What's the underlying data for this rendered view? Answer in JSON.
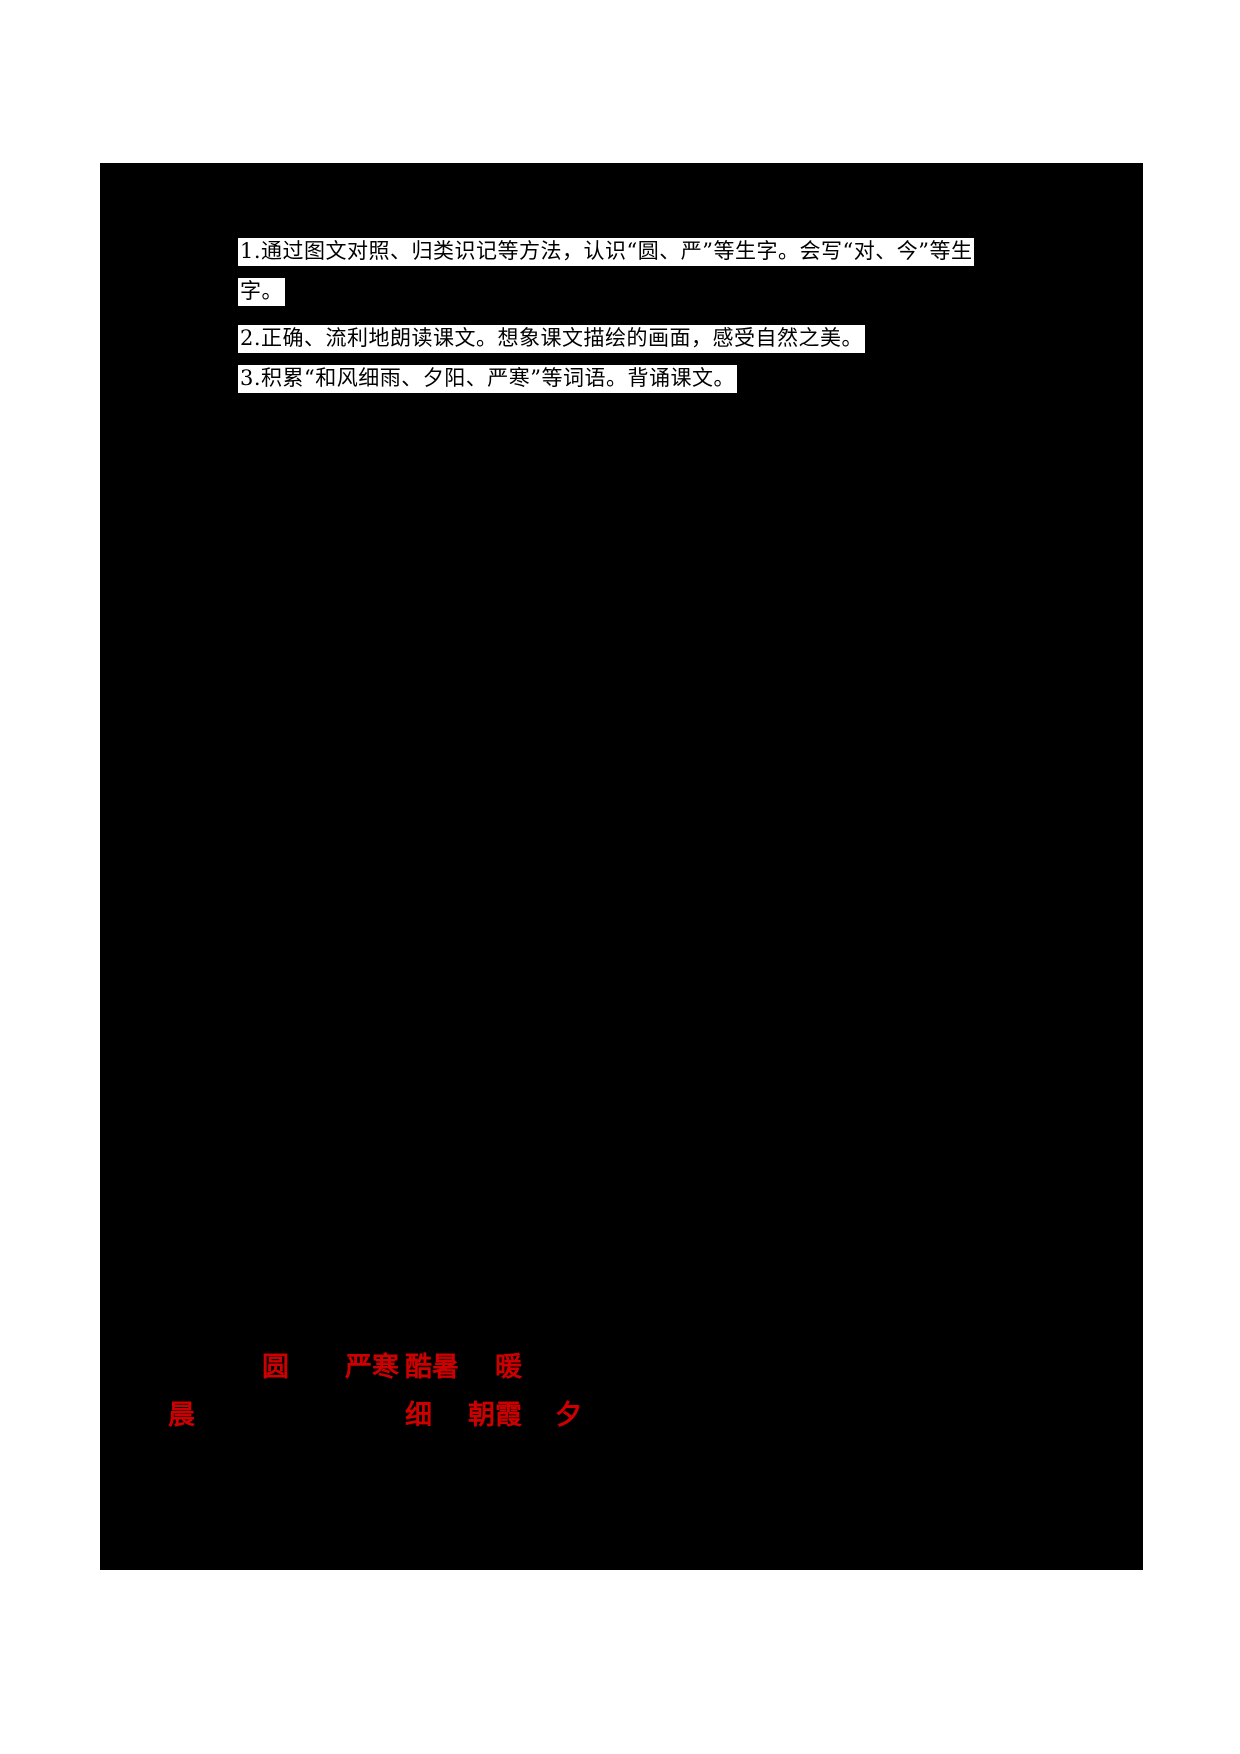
{
  "document": {
    "page_background_color": "#000000",
    "outer_background_color": "#ffffff",
    "highlight_color": "#ffffff",
    "highlight_text_color": "#000000",
    "annotation_color": "#cc0000"
  },
  "objectives": {
    "lines": [
      "1.通过图文对照、归类识记等方法，认识“圆、严”等生字。会写“对、今”等生",
      "字。",
      "2.正确、流利地朗读课文。想象课文描绘的画面，感受自然之美。",
      "3.积累“和风细雨、夕阳、严寒”等词语。背诵课文。"
    ]
  },
  "vocab_grid": {
    "rows": [
      {
        "cells": [
          "圆",
          "严寒",
          "酷暑",
          "暖"
        ]
      },
      {
        "cells": [
          "晨",
          "细",
          "朝霞",
          "夕"
        ]
      }
    ]
  }
}
